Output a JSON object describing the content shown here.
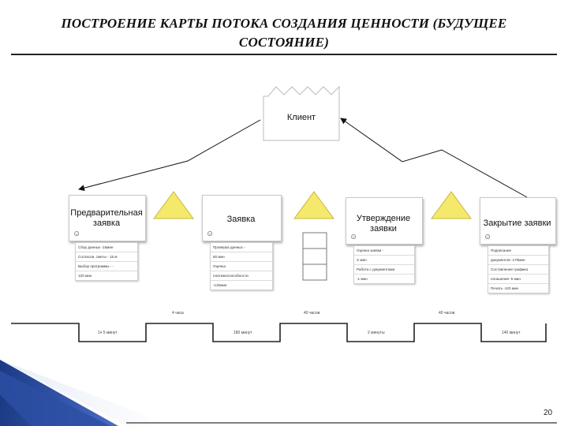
{
  "title": "ПОСТРОЕНИЕ КАРТЫ ПОТОКА СОЗДАНИЯ ЦЕННОСТИ (БУДУЩЕЕ СОСТОЯНИЕ)",
  "client": "Клиент",
  "processes": [
    {
      "name": "Предварительная заявка",
      "data": [
        "Сбор данных -15мин",
        "Согласов. сметы - 15 м",
        "Выбор программы - -",
        "120 мин"
      ]
    },
    {
      "name": "Заявка",
      "data": [
        "Проверка данных -",
        "60 мин",
        "Оценка",
        "платежеспособности",
        "-120мин"
      ]
    },
    {
      "name": "Утверждение заявки",
      "data": [
        "Оценка заявки -",
        "X мин",
        "Работа с документами",
        "-1 мин"
      ]
    },
    {
      "name": "Закрытие заявки",
      "data": [
        "Подписание",
        "документов -170мин",
        "Составление графика",
        "погашения -5 мин",
        "Печать -120 мин"
      ]
    }
  ],
  "timeline": {
    "upper": [
      "4 часа",
      "40 часов",
      "40 часов"
    ],
    "lower": [
      "1ч 5 минут",
      "180 минут",
      "2 минуты",
      "140 минут"
    ]
  },
  "page_number": "20"
}
